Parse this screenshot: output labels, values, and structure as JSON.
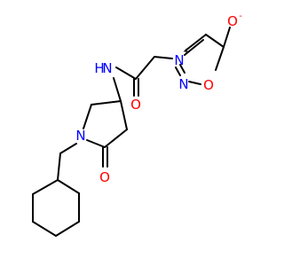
{
  "colors": {
    "bond": "#000000",
    "nitrogen": "#0000FF",
    "oxygen": "#FF0000"
  },
  "atoms": {
    "amide_nh": "N",
    "amide_h": "H",
    "amide_o": "O",
    "ring_n_plus": "N",
    "ring_n": "N",
    "ring_o": "O",
    "exo_o": "O",
    "lactam_n": "N",
    "lactam_o": "O"
  },
  "charges": {
    "ring_n_plus": "+",
    "exo_o": "-"
  }
}
